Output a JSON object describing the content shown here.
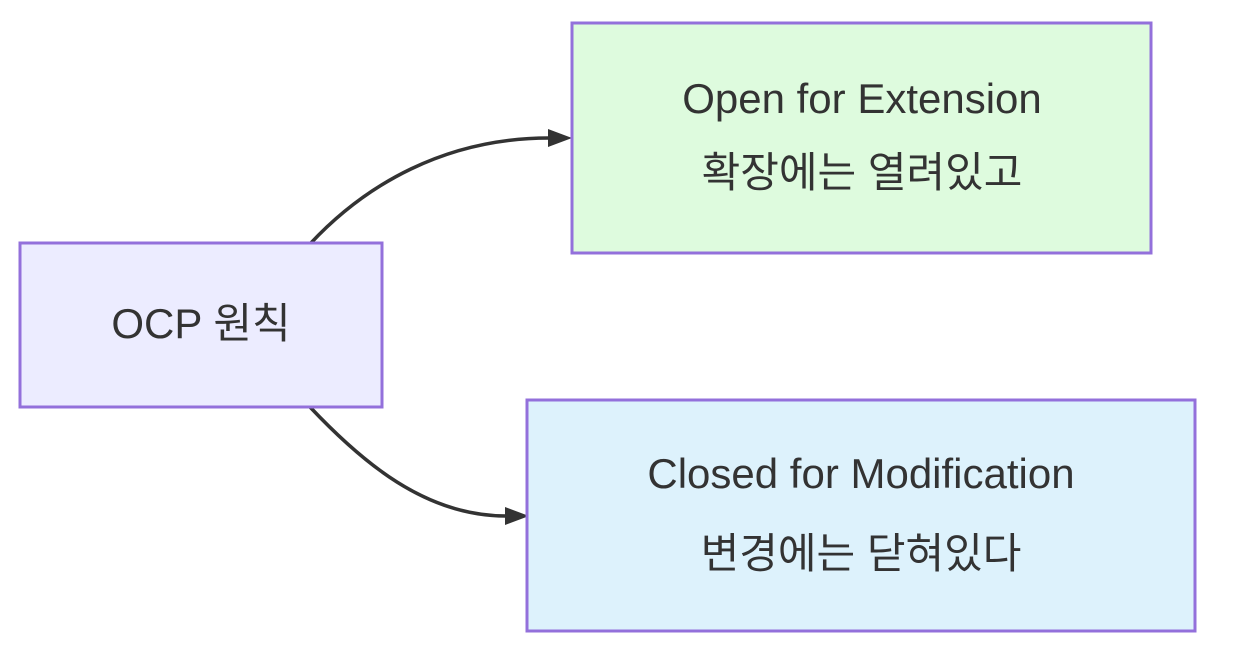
{
  "diagram": {
    "type": "flowchart-lr",
    "colors": {
      "background": "#ffffff",
      "node_border": "#9370db",
      "edge": "#333333",
      "text": "#333333",
      "root_fill": "#ececff",
      "extension_fill": "#defbde",
      "modification_fill": "#ddf2fc"
    },
    "root": {
      "label": "OCP 원칙"
    },
    "children": [
      {
        "id": "extension",
        "label_en": "Open for Extension",
        "label_ko": "확장에는 열려있고"
      },
      {
        "id": "modification",
        "label_en": "Closed for Modification",
        "label_ko": "변경에는 닫혀있다"
      }
    ],
    "edges": [
      {
        "from": "OCP 원칙",
        "to": "Open for Extension"
      },
      {
        "from": "OCP 원칙",
        "to": "Closed for Modification"
      }
    ]
  }
}
